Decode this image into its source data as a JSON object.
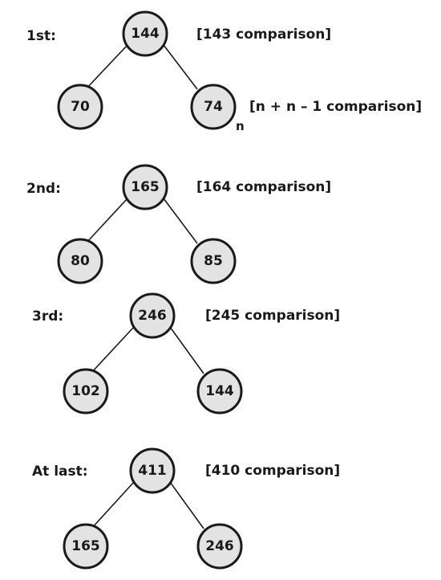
{
  "steps": [
    {
      "label": "1st:",
      "root": "144",
      "left": "70",
      "right": "74",
      "note": "[143 comparison]",
      "right_subscript": "n",
      "extra_note": "[n + n – 1 comparison]"
    },
    {
      "label": "2nd:",
      "root": "165",
      "left": "80",
      "right": "85",
      "note": "[164 comparison]"
    },
    {
      "label": "3rd:",
      "root": "246",
      "left": "102",
      "right": "144",
      "note": "[245 comparison]"
    },
    {
      "label": "At last:",
      "root": "411",
      "left": "165",
      "right": "246",
      "note": "[410 comparison]"
    }
  ],
  "colors": {
    "node_fill": "#e3e3e3",
    "stroke": "#1a1a1a",
    "text": "#1a1a1a"
  }
}
